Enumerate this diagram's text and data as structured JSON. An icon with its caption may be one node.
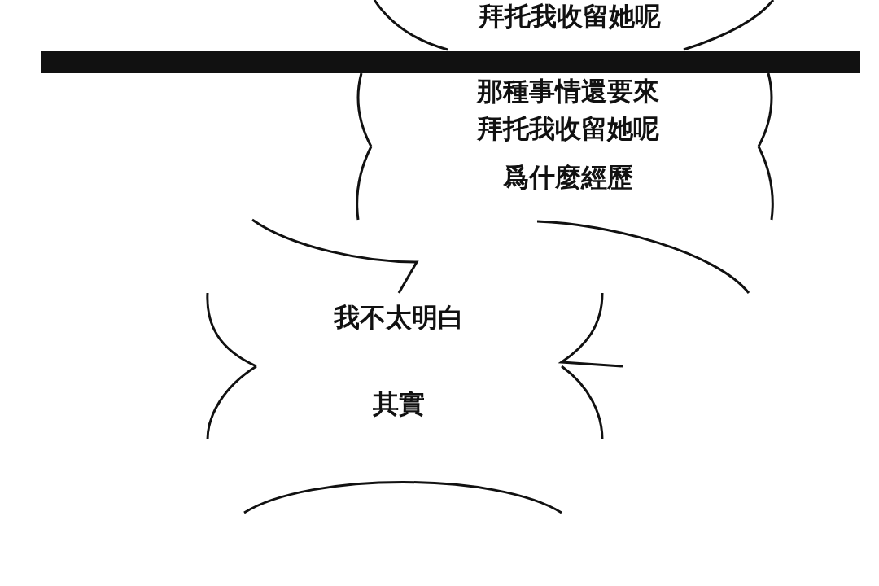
{
  "diagram": {
    "nodes": [
      {
        "text": [
          "拜托我收留她呢"
        ]
      },
      {
        "text": [
          "那種事情還要來",
          "拜托我收留她呢"
        ]
      },
      {
        "text": [
          "爲什麼經歷"
        ]
      },
      {
        "text": [],
        "shape": "bubble"
      },
      {
        "text": [
          "我不太明白"
        ]
      },
      {
        "text": [
          "其實"
        ]
      },
      {
        "text": [],
        "shape": "bubble"
      }
    ]
  }
}
